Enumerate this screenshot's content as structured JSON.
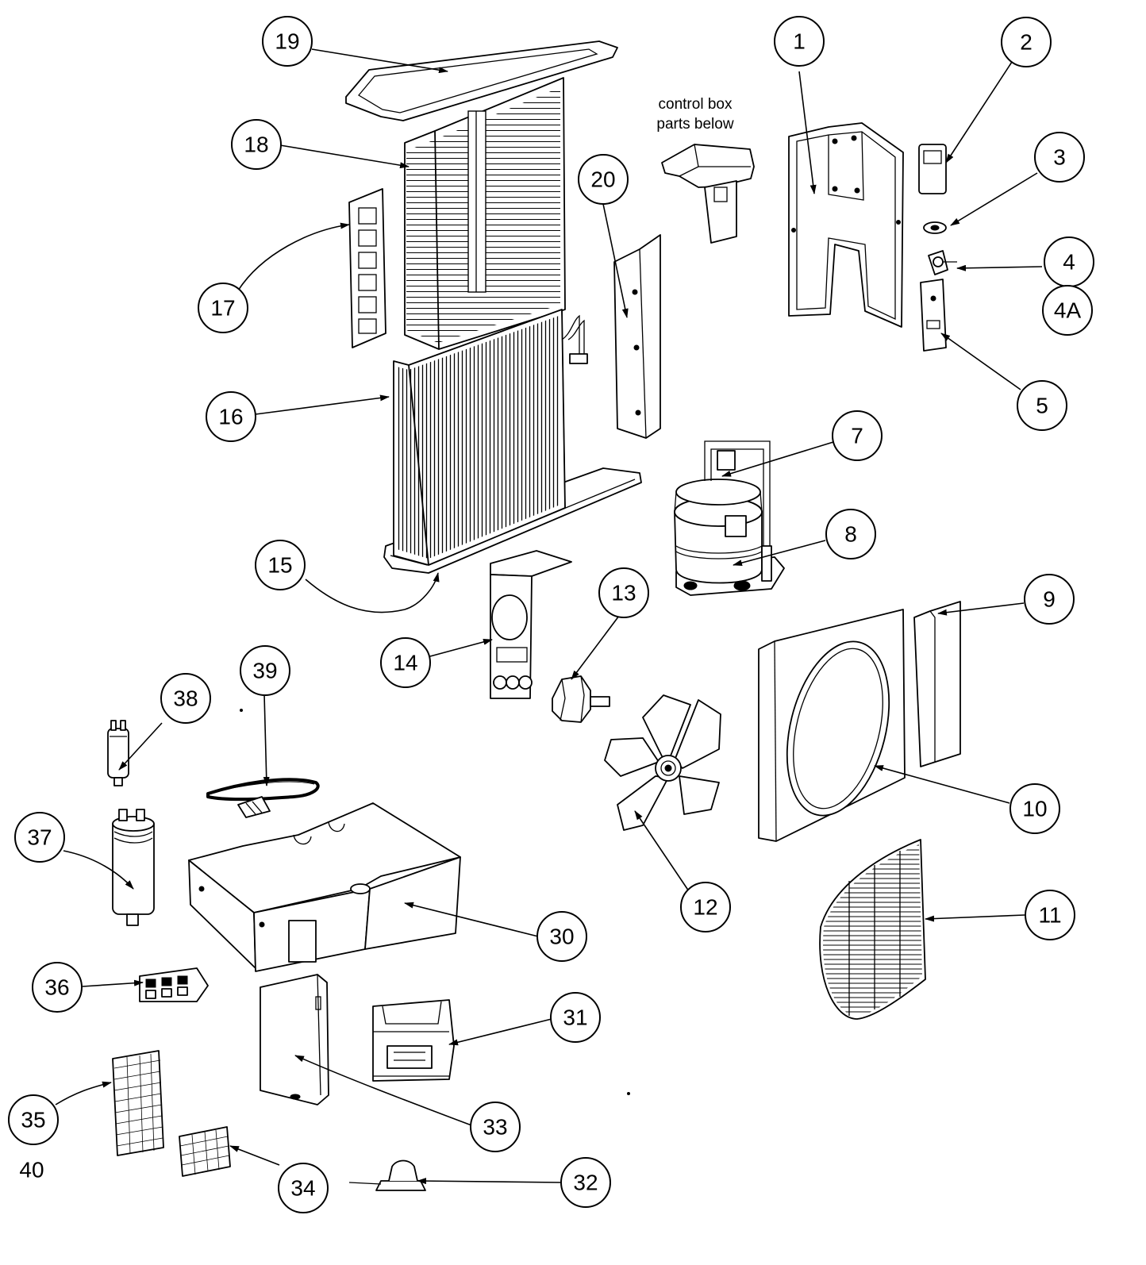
{
  "note": {
    "line1": "control box",
    "line2": "parts below"
  },
  "callouts": {
    "c1": "1",
    "c2": "2",
    "c3": "3",
    "c4": "4",
    "c4a": "4A",
    "c5": "5",
    "c7": "7",
    "c8": "8",
    "c9": "9",
    "c10": "10",
    "c11": "11",
    "c12": "12",
    "c13": "13",
    "c14": "14",
    "c15": "15",
    "c16": "16",
    "c17": "17",
    "c18": "18",
    "c19": "19",
    "c20": "20",
    "c30": "30",
    "c31": "31",
    "c32": "32",
    "c33": "33",
    "c34": "34",
    "c35": "35",
    "c36": "36",
    "c37": "37",
    "c38": "38",
    "c39": "39",
    "c40": "40"
  }
}
